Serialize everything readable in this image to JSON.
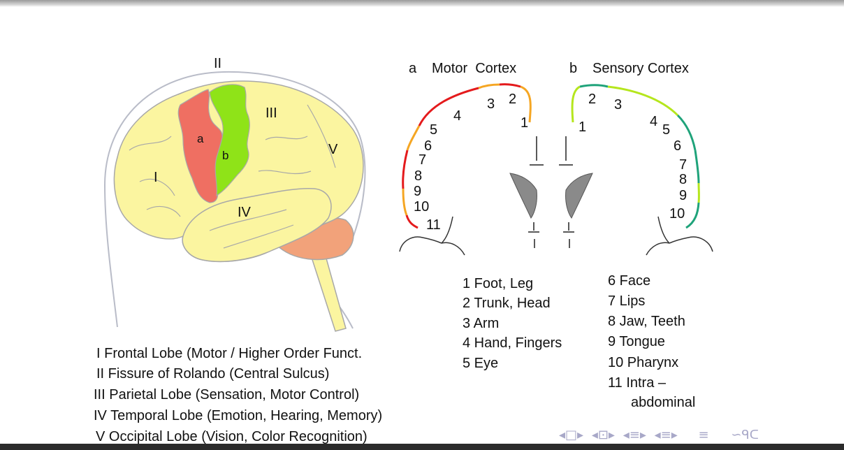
{
  "brain": {
    "label_I": "I",
    "label_II": "II",
    "label_III": "III",
    "label_IV": "IV",
    "label_V": "V",
    "label_a": "a",
    "label_b": "b"
  },
  "motor": {
    "title_letter": "a",
    "title": "Motor  Cortex",
    "numbers": [
      "1",
      "2",
      "3",
      "4",
      "5",
      "6",
      "7",
      "8",
      "9",
      "10",
      "11"
    ]
  },
  "sensory": {
    "title_letter": "b",
    "title": "Sensory Cortex",
    "numbers": [
      "1",
      "2",
      "3",
      "4",
      "5",
      "6",
      "7",
      "8",
      "9",
      "10"
    ]
  },
  "lobes": [
    "I   Frontal Lobe (Motor / Higher Order Funct.",
    "II  Fissure of Rolando (Central Sulcus)",
    "III Parietal Lobe (Sensation, Motor Control)",
    "IV Temporal Lobe (Emotion, Hearing, Memory)",
    "V  Occipital Lobe (Vision, Color Recognition)"
  ],
  "legend_left": [
    "1 Foot, Leg",
    "2 Trunk, Head",
    "3 Arm",
    "4  Hand, Fingers",
    "5  Eye"
  ],
  "legend_right": [
    "6  Face",
    "7  Lips",
    "8  Jaw, Teeth",
    "9  Tongue",
    "10 Pharynx",
    "11 Intra –",
    "abdominal"
  ],
  "colors": {
    "brain": "#fbf5a0",
    "motor_strip": "#ef6f62",
    "sensory_strip": "#8fe318",
    "cerebellum": "#f2a27a",
    "motor_red": "#e41a1c",
    "motor_orange": "#f5a623",
    "sensory_green": "#1fa37a",
    "sensory_lime": "#b5e61d"
  },
  "nav_icons": [
    "nav-prev-frame-icon",
    "nav-prev-section-icon",
    "nav-prev-subsection-icon",
    "nav-prev-slide-icon",
    "nav-align-icon",
    "nav-search-icon"
  ]
}
